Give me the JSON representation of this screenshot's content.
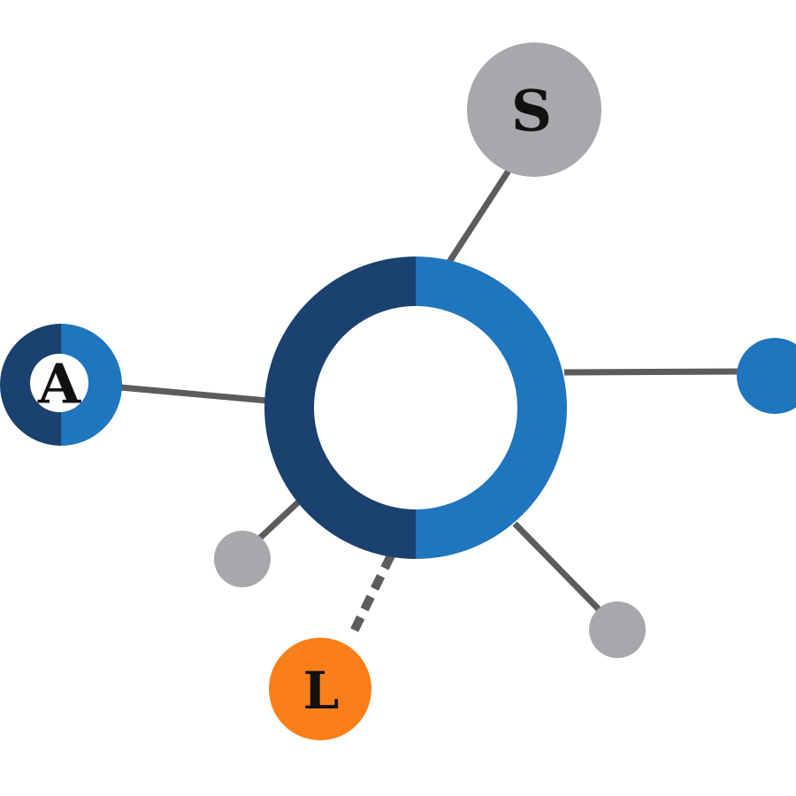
{
  "colors": {
    "dark_blue": "#1a416f",
    "blue": "#1f75be",
    "gray": "#a6a8ab",
    "orange": "#fb7f18",
    "line": "#5b5c5e",
    "text": "#111111",
    "white": "#ffffff"
  },
  "nodes": {
    "a": {
      "label": "A"
    },
    "s": {
      "label": "S"
    },
    "l": {
      "label": "L"
    }
  }
}
